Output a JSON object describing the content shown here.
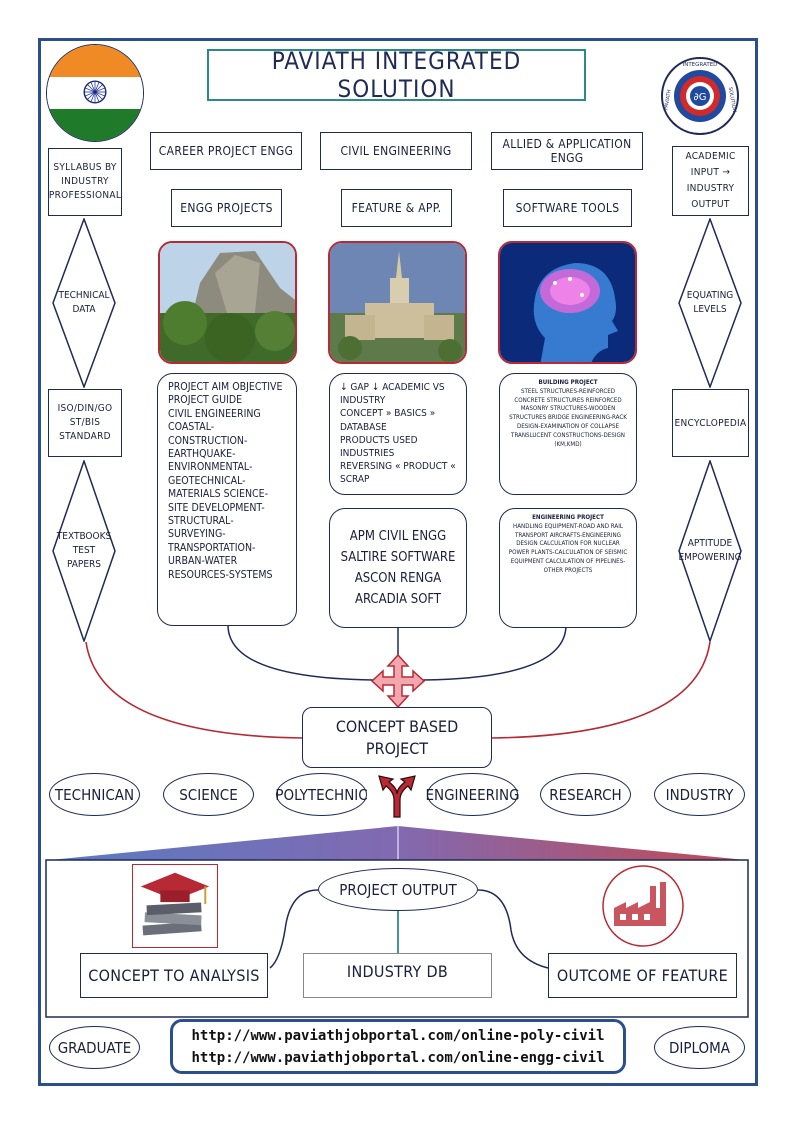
{
  "title": "PAVIATH INTEGRATED SOLUTION",
  "logo": {
    "ring_text_top": "INTEGRATED",
    "ring_text_right": "SOLUTION",
    "ring_text_left": "PAVIATH",
    "center_text": "∂G"
  },
  "left_column": {
    "syllabus": "SYLLABUS BY INDUSTRY PROFESSIONAL",
    "technical_data": "TECHNICAL DATA",
    "standard": "ISO/DIN/GO ST/BIS STANDARD",
    "textbooks": "TEXTBOOKS TEST PAPERS"
  },
  "right_column": {
    "academic": "ACADEMIC INPUT → INDUSTRY OUTPUT",
    "equating": "EQUATING LEVELS",
    "encyclopedia": "ENCYCLOPEDIA",
    "aptitude": "APTITUDE EMPOWERING"
  },
  "columns": [
    {
      "header": "CAREER PROJECT ENGG",
      "sub": "ENGG PROJECTS",
      "items": [
        "PROJECT AIM OBJECTIVE",
        "PROJECT GUIDE",
        "CIVIL ENGINEERING",
        "COASTAL-",
        "CONSTRUCTION-",
        "EARTHQUAKE-",
        "ENVIRONMENTAL-",
        "GEOTECHNICAL-",
        "MATERIALS SCIENCE-",
        "SITE DEVELOPMENT-",
        "STRUCTURAL-",
        "SURVEYING-",
        "TRANSPORTATION-",
        "URBAN-WATER",
        "RESOURCES-SYSTEMS"
      ]
    },
    {
      "header": "CIVIL ENGINEERING",
      "sub": "FEATURE & APP.",
      "items": [
        "↓ GAP ↓ ACADEMIC VS",
        "INDUSTRY",
        "CONCEPT » BASICS »",
        "DATABASE",
        "PRODUCTS USED",
        "INDUSTRIES",
        "REVERSING « PRODUCT «",
        "SCRAP"
      ],
      "software": [
        "APM CIVIL ENGG",
        "SALTIRE SOFTWARE",
        "ASCON RENGA",
        "ARCADIA SOFT"
      ]
    },
    {
      "header": "ALLIED & APPLICATION ENGG",
      "sub": "SOFTWARE TOOLS",
      "building_title": "BUILDING PROJECT",
      "building_text": "STEEL STRUCTURES-REINFORCED CONCRETE STRUCTURES REINFORCED MASONRY STRUCTURES-WOODEN STRUCTURES BRIDGE ENGINEERING-RACK DESIGN-EXAMINATION OF COLLAPSE TRANSLUCENT CONSTRUCTIONS-DESIGN (KM,KMD)",
      "engineering_title": "ENGINEERING PROJECT",
      "engineering_text": "HANDLING EQUIPMENT-ROAD AND RAIL TRANSPORT AIRCRAFTS-ENGINEERING DESIGN CALCULATION FOR NUCLEAR POWER PLANTS-CALCULATION OF SEISMIC EQUIPMENT CALCULATION OF PIPELINES-OTHER PROJECTS"
    }
  ],
  "concept": "CONCEPT BASED PROJECT",
  "levels": [
    "TECHNICAN",
    "SCIENCE",
    "POLYTECHNIC",
    "ENGINEERING",
    "RESEARCH",
    "INDUSTRY"
  ],
  "output": {
    "title": "PROJECT OUTPUT",
    "left": "CONCEPT TO ANALYSIS",
    "center": "INDUSTRY DB",
    "right": "OUTCOME OF FEATURE"
  },
  "footer": {
    "left": "GRADUATE",
    "right": "DIPLOMA",
    "urls": [
      "http://www.paviathjobportal.com/online-poly-civil",
      "http://www.paviathjobportal.com/online-engg-civil"
    ]
  },
  "colors": {
    "navy": "#1f2a55",
    "frame": "#2b4f8c",
    "red": "#b72a35",
    "teal": "#2e8a8a"
  }
}
